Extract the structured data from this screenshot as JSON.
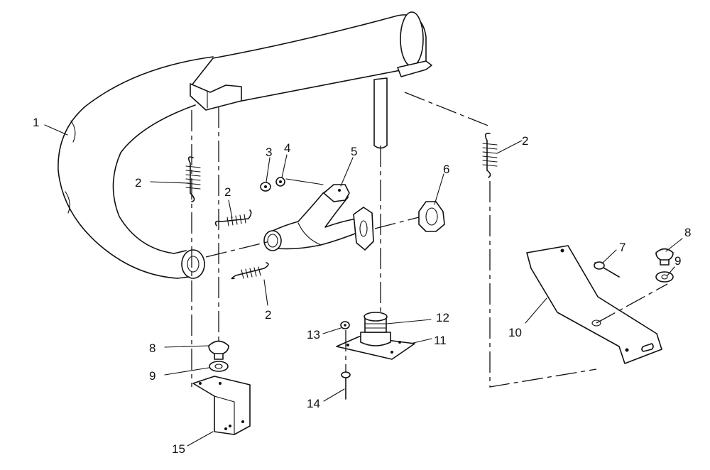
{
  "callouts": {
    "c1": "1",
    "c2a": "2",
    "c2b": "2",
    "c2c": "2",
    "c2d": "2",
    "c3": "3",
    "c4": "4",
    "c5": "5",
    "c6": "6",
    "c7": "7",
    "c8a": "8",
    "c8b": "8",
    "c9a": "9",
    "c9b": "9",
    "c10": "10",
    "c11": "11",
    "c12": "12",
    "c13": "13",
    "c14": "14",
    "c15": "15"
  }
}
